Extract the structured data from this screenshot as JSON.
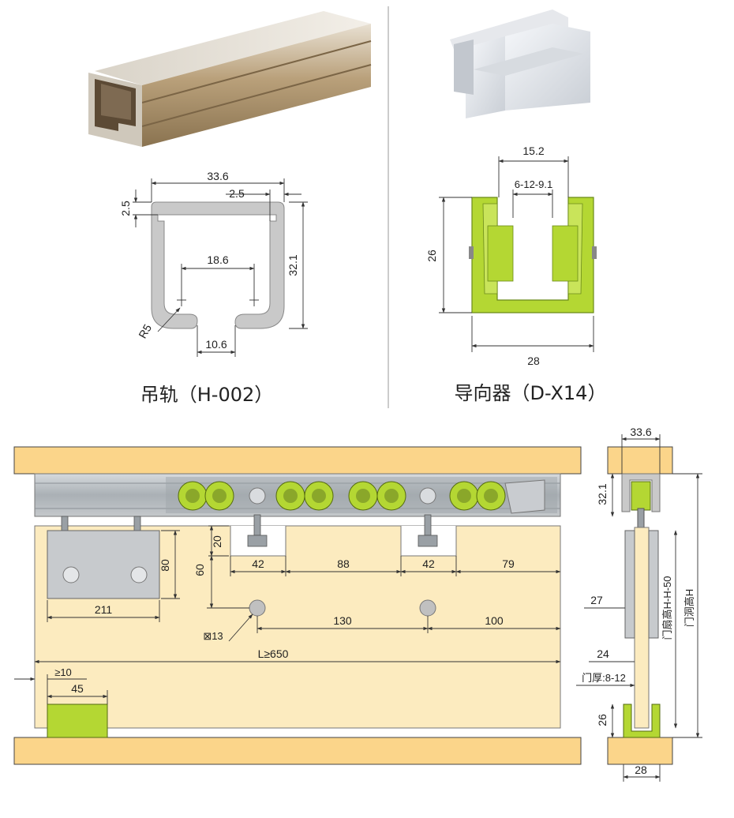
{
  "colors": {
    "beam": "#fbd58a",
    "door": "#fcebbf",
    "guide_green": "#b4d733",
    "rail_metal": "#b7bcc0",
    "profile_gray": "#c9c9c9",
    "line": "#333333"
  },
  "rail_section": {
    "caption": "吊轨（H-002）",
    "dim_width": "33.6",
    "dim_lip": "2.5",
    "dim_wall": "2.5",
    "dim_height": "32.1",
    "dim_inner": "18.6",
    "dim_slot": "10.6",
    "dim_radius": "R5"
  },
  "guide_section": {
    "caption": "导向器（D-X14）",
    "dim_top": "15.2",
    "dim_gap": "6-12-9.1",
    "dim_height": "26",
    "dim_width": "28"
  },
  "assembly": {
    "dim_42a": "42",
    "dim_88": "88",
    "dim_42b": "42",
    "dim_79": "79",
    "dim_20": "20",
    "dim_60": "60",
    "dim_80": "80",
    "dim_211": "211",
    "dim_130": "130",
    "dim_100": "100",
    "dim_hole": "⊠13",
    "dim_length": "L≥650",
    "dim_min10": "≥10",
    "dim_45": "45"
  },
  "side_view": {
    "dim_top": "33.6",
    "dim_rail_h": "32.1",
    "dim_27": "27",
    "dim_24": "24",
    "door_thickness": "门厚:8-12",
    "dim_guide_h": "26",
    "dim_bottom": "28",
    "door_height": "门扇高H-H-50",
    "opening_height": "门洞高H"
  }
}
